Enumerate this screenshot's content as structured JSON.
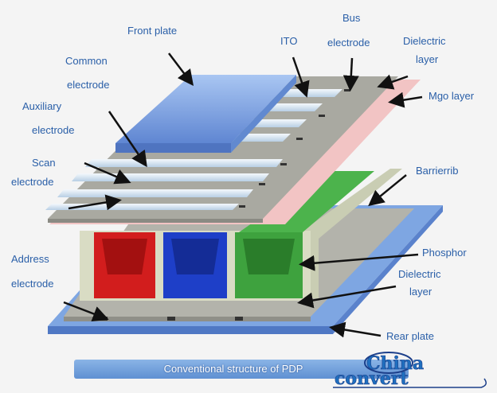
{
  "labels": {
    "front_plate": "Front plate",
    "common_electrode": [
      "Common",
      "electrode"
    ],
    "auxiliary_electrode": [
      "Auxiliary",
      "electrode"
    ],
    "scan_electrode": [
      "Scan",
      "electrode"
    ],
    "ito": "ITO",
    "bus_electrode": [
      "Bus",
      "electrode"
    ],
    "front_dielectric_layer": [
      "Dielectric",
      "layer"
    ],
    "mgo_layer": "Mgo layer",
    "barrier_rib": "Barrierrib",
    "phosphor": "Phosphor",
    "address_electrode": [
      "Address",
      "electrode"
    ],
    "rear_dielectric_layer": [
      "Dielectric",
      "layer"
    ],
    "rear_plate": "Rear plate"
  },
  "caption": "Conventional structure of PDP",
  "logo": [
    "China",
    "convert"
  ],
  "colors": {
    "label": "#2a5fa8",
    "glass": "#7aa2e0",
    "dielectric": "#a9a9a1",
    "mgo": "#f2c4c4",
    "red": "#d21d1d",
    "blue": "#1e3fc8",
    "green": "#3ea23e",
    "rib": "#d9dcc4"
  }
}
